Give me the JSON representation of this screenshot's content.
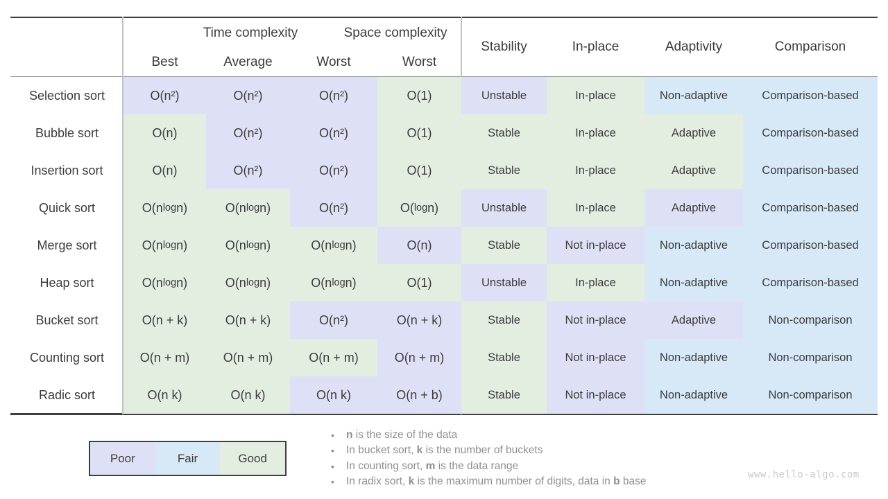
{
  "colors": {
    "poor": "#dee1f6",
    "fair": "#d7e9f7",
    "good": "#e3eee1"
  },
  "header": {
    "group_time": "Time complexity",
    "group_space": "Space complexity",
    "sub_columns": [
      "Best",
      "Average",
      "Worst",
      "Worst"
    ],
    "property_columns": [
      "Stability",
      "In-place",
      "Adaptivity",
      "Comparison"
    ]
  },
  "rows": [
    {
      "label": "Selection sort",
      "cells": [
        {
          "text": "O(n²)",
          "rating": "poor"
        },
        {
          "text": "O(n²)",
          "rating": "poor"
        },
        {
          "text": "O(n²)",
          "rating": "poor"
        },
        {
          "text": "O(1)",
          "rating": "good"
        },
        {
          "text": "Unstable",
          "rating": "poor"
        },
        {
          "text": "In-place",
          "rating": "good"
        },
        {
          "text": "Non-adaptive",
          "rating": "fair"
        },
        {
          "text": "Comparison-based",
          "rating": "fair"
        }
      ]
    },
    {
      "label": "Bubble sort",
      "cells": [
        {
          "text": "O(n)",
          "rating": "good"
        },
        {
          "text": "O(n²)",
          "rating": "poor"
        },
        {
          "text": "O(n²)",
          "rating": "poor"
        },
        {
          "text": "O(1)",
          "rating": "good"
        },
        {
          "text": "Stable",
          "rating": "good"
        },
        {
          "text": "In-place",
          "rating": "good"
        },
        {
          "text": "Adaptive",
          "rating": "good"
        },
        {
          "text": "Comparison-based",
          "rating": "fair"
        }
      ]
    },
    {
      "label": "Insertion sort",
      "cells": [
        {
          "text": "O(n)",
          "rating": "good"
        },
        {
          "text": "O(n²)",
          "rating": "poor"
        },
        {
          "text": "O(n²)",
          "rating": "poor"
        },
        {
          "text": "O(1)",
          "rating": "good"
        },
        {
          "text": "Stable",
          "rating": "good"
        },
        {
          "text": "In-place",
          "rating": "good"
        },
        {
          "text": "Adaptive",
          "rating": "good"
        },
        {
          "text": "Comparison-based",
          "rating": "fair"
        }
      ]
    },
    {
      "label": "Quick sort",
      "cells": [
        {
          "text": "O(n log n)",
          "rating": "good"
        },
        {
          "text": "O(n log n)",
          "rating": "good"
        },
        {
          "text": "O(n²)",
          "rating": "poor"
        },
        {
          "text": "O(log n)",
          "rating": "good"
        },
        {
          "text": "Unstable",
          "rating": "poor"
        },
        {
          "text": "In-place",
          "rating": "good"
        },
        {
          "text": "Adaptive",
          "rating": "poor"
        },
        {
          "text": "Comparison-based",
          "rating": "fair"
        }
      ]
    },
    {
      "label": "Merge sort",
      "cells": [
        {
          "text": "O(n log n)",
          "rating": "good"
        },
        {
          "text": "O(n log n)",
          "rating": "good"
        },
        {
          "text": "O(n log n)",
          "rating": "good"
        },
        {
          "text": "O(n)",
          "rating": "poor"
        },
        {
          "text": "Stable",
          "rating": "good"
        },
        {
          "text": "Not in-place",
          "rating": "poor"
        },
        {
          "text": "Non-adaptive",
          "rating": "fair"
        },
        {
          "text": "Comparison-based",
          "rating": "fair"
        }
      ]
    },
    {
      "label": "Heap sort",
      "cells": [
        {
          "text": "O(n log n)",
          "rating": "good"
        },
        {
          "text": "O(n log n)",
          "rating": "good"
        },
        {
          "text": "O(n log n)",
          "rating": "good"
        },
        {
          "text": "O(1)",
          "rating": "good"
        },
        {
          "text": "Unstable",
          "rating": "poor"
        },
        {
          "text": "In-place",
          "rating": "good"
        },
        {
          "text": "Non-adaptive",
          "rating": "fair"
        },
        {
          "text": "Comparison-based",
          "rating": "fair"
        }
      ]
    },
    {
      "label": "Bucket sort",
      "cells": [
        {
          "text": "O(n + k)",
          "rating": "good"
        },
        {
          "text": "O(n + k)",
          "rating": "good"
        },
        {
          "text": "O(n²)",
          "rating": "poor"
        },
        {
          "text": "O(n + k)",
          "rating": "poor"
        },
        {
          "text": "Stable",
          "rating": "good"
        },
        {
          "text": "Not in-place",
          "rating": "poor"
        },
        {
          "text": "Adaptive",
          "rating": "poor"
        },
        {
          "text": "Non-comparison",
          "rating": "fair"
        }
      ]
    },
    {
      "label": "Counting sort",
      "cells": [
        {
          "text": "O(n + m)",
          "rating": "good"
        },
        {
          "text": "O(n + m)",
          "rating": "good"
        },
        {
          "text": "O(n + m)",
          "rating": "good"
        },
        {
          "text": "O(n + m)",
          "rating": "poor"
        },
        {
          "text": "Stable",
          "rating": "good"
        },
        {
          "text": "Not in-place",
          "rating": "poor"
        },
        {
          "text": "Non-adaptive",
          "rating": "fair"
        },
        {
          "text": "Non-comparison",
          "rating": "fair"
        }
      ]
    },
    {
      "label": "Radic sort",
      "cells": [
        {
          "text": "O(n k)",
          "rating": "good"
        },
        {
          "text": "O(n k)",
          "rating": "good"
        },
        {
          "text": "O(n k)",
          "rating": "poor"
        },
        {
          "text": "O(n + b)",
          "rating": "poor"
        },
        {
          "text": "Stable",
          "rating": "good"
        },
        {
          "text": "Not in-place",
          "rating": "poor"
        },
        {
          "text": "Non-adaptive",
          "rating": "fair"
        },
        {
          "text": "Non-comparison",
          "rating": "fair"
        }
      ]
    }
  ],
  "legend": {
    "items": [
      {
        "label": "Poor",
        "level": "poor"
      },
      {
        "label": "Fair",
        "level": "fair"
      },
      {
        "label": "Good",
        "level": "good"
      }
    ]
  },
  "notes": [
    "**n** is the size of the data",
    "In bucket sort, **k** is the number of buckets",
    "In counting sort, **m** is the data range",
    "In radix sort, **k** is the maximum number of digits, data in **b** base"
  ],
  "watermark": "www.hello-algo.com"
}
